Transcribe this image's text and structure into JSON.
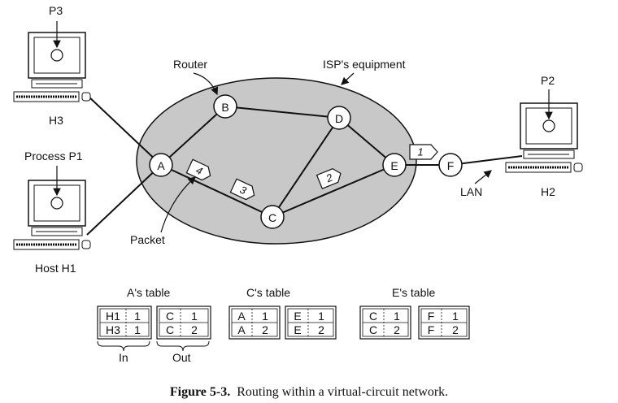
{
  "labels": {
    "p3": "P3",
    "h3": "H3",
    "process_p1": "Process P1",
    "host_h1": "Host H1",
    "router": "Router",
    "isp": "ISP's equipment",
    "p2": "P2",
    "h2": "H2",
    "lan": "LAN",
    "packet": "Packet"
  },
  "nodes": {
    "A": "A",
    "B": "B",
    "C": "C",
    "D": "D",
    "E": "E",
    "F": "F"
  },
  "packets": [
    "1",
    "2",
    "3",
    "4"
  ],
  "tables": {
    "a": {
      "title": "A's table",
      "in": [
        [
          "H1",
          "1"
        ],
        [
          "H3",
          "1"
        ]
      ],
      "out": [
        [
          "C",
          "1"
        ],
        [
          "C",
          "2"
        ]
      ],
      "in_label": "In",
      "out_label": "Out"
    },
    "c": {
      "title": "C's table",
      "in": [
        [
          "A",
          "1"
        ],
        [
          "A",
          "2"
        ]
      ],
      "out": [
        [
          "E",
          "1"
        ],
        [
          "E",
          "2"
        ]
      ]
    },
    "e": {
      "title": "E's table",
      "in": [
        [
          "C",
          "1"
        ],
        [
          "C",
          "2"
        ]
      ],
      "out": [
        [
          "F",
          "1"
        ],
        [
          "F",
          "2"
        ]
      ]
    }
  },
  "caption": {
    "number": "Figure 5-3.",
    "text": "Routing within a virtual-circuit network."
  }
}
